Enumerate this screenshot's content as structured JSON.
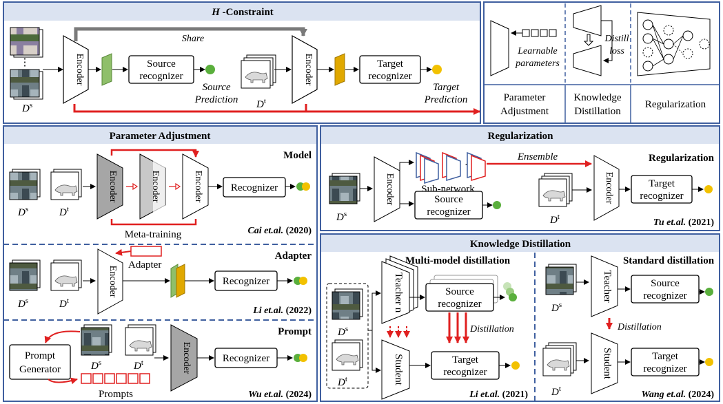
{
  "top": {
    "title_symbol": "H",
    "title_rest": " -Constraint",
    "share": "Share",
    "encoder": "Encoder",
    "source_recognizer": [
      "Source",
      "recognizer"
    ],
    "target_recognizer": [
      "Target",
      "recognizer"
    ],
    "source_prediction": [
      "Source",
      "Prediction"
    ],
    "target_prediction": [
      "Target",
      "Prediction"
    ],
    "d_s": "D",
    "d_s_sup": "s",
    "d_t": "D",
    "d_t_sup": "t"
  },
  "legend": {
    "learnable": [
      "Learnable",
      "parameters"
    ],
    "distill_loss": [
      "Distill",
      "loss"
    ],
    "param_adjust": [
      "Parameter",
      "Adjustment"
    ],
    "knowledge_distill": [
      "Knowledge",
      "Distillation"
    ],
    "regularization": "Regularization"
  },
  "param_adjust": {
    "title": "Parameter Adjustment",
    "model_title": "Model",
    "adapter_title": "Adapter",
    "prompt_title": "Prompt",
    "encoder": "Encoder",
    "recognizer": "Recognizer",
    "meta_training": "Meta-training",
    "adapter_label": "Adapter",
    "prompt_generator": [
      "Prompt",
      "Generator"
    ],
    "prompts": "Prompts",
    "cite_cai": "Cai et.al.",
    "cite_cai_year": " (2020)",
    "cite_li": "Li et.al.",
    "cite_li_year": " (2022)",
    "cite_wu": "Wu et.al.",
    "cite_wu_year": " (2024)"
  },
  "regularization": {
    "title": "Regularization",
    "subtitle": "Regularization",
    "ensemble": "Ensemble",
    "sub_network": "Sub-network",
    "encoder": "Encoder",
    "source_recognizer": [
      "Source",
      "recognizer"
    ],
    "target_recognizer": [
      "Target",
      "recognizer"
    ],
    "cite_tu": "Tu et.al.",
    "cite_tu_year": " (2021)"
  },
  "kd": {
    "title": "Knowledge Distillation",
    "multi_title": "Multi-model distillation",
    "standard_title": "Standard distillation",
    "teacher_n": "Teacher n",
    "teacher": "Teacher",
    "student": "Student",
    "source_recognizer": [
      "Source",
      "recognizer"
    ],
    "target_recognizer": [
      "Target",
      "recognizer"
    ],
    "distillation": "Distillation",
    "cite_li": "Li et.al.",
    "cite_li_year": " (2021)",
    "cite_wang": "Wang et.al.",
    "cite_wang_year": " (2024)"
  },
  "colors": {
    "panel_border": "#3f5f9f",
    "header_bg": "#dbe3f1",
    "arrow_red": "#e02020",
    "green": "#5aaf3c",
    "yellow": "#f2c100",
    "feature_green": "#8fbf6a",
    "feature_yellow": "#e0a800",
    "encoder_gray": "#a6a6a6"
  }
}
